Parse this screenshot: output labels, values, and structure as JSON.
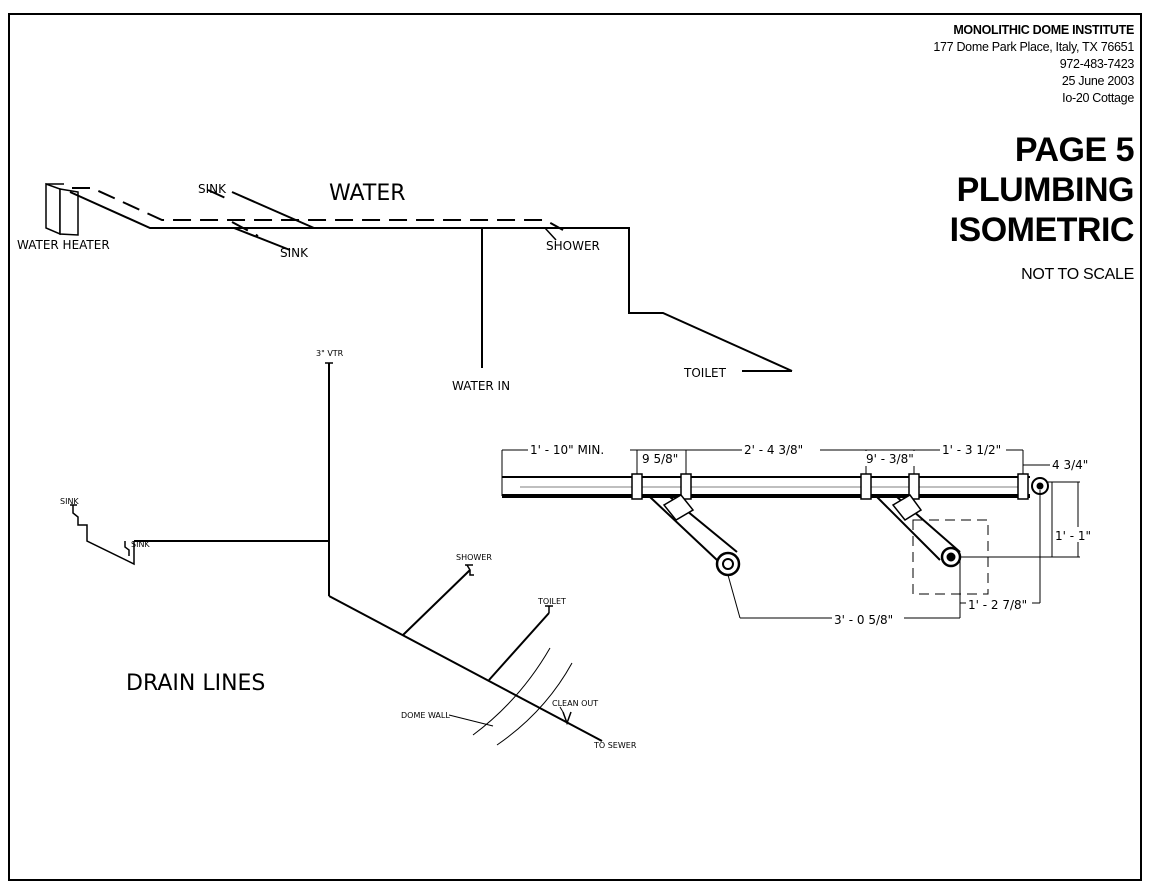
{
  "title_block": {
    "organization": "MONOLITHIC DOME INSTITUTE",
    "address": "177 Dome Park Place, Italy, TX 76651",
    "phone": "972-483-7423",
    "date": "25 June 2003",
    "project": "Io-20 Cottage"
  },
  "page": {
    "number": "PAGE 5",
    "title_line1": "PLUMBING",
    "title_line2": "ISOMETRIC",
    "scale_note": "NOT TO SCALE"
  },
  "water": {
    "heading": "WATER",
    "labels": {
      "water_heater": "WATER HEATER",
      "sink_upper": "SINK",
      "sink_lower": "SINK",
      "shower": "SHOWER",
      "water_in": "WATER IN",
      "toilet": "TOILET"
    }
  },
  "drain": {
    "heading": "DRAIN LINES",
    "labels": {
      "vtr": "3\" VTR",
      "sink_upper": "SINK",
      "sink_lower": "SINK",
      "shower": "SHOWER",
      "toilet": "TOILET",
      "dome_wall": "DOME WALL",
      "clean_out": "CLEAN OUT",
      "to_sewer": "TO SEWER"
    }
  },
  "detail_dimensions": {
    "min_run": "1' - 10\" MIN.",
    "d1": "9 5/8\"",
    "d2": "2' - 4 3/8\"",
    "d3": "9' - 3/8\"",
    "d4": "1' - 3 1/2\"",
    "d5": "4 3/4\"",
    "d6": "1' - 1\"",
    "d7": "1' - 2 7/8\"",
    "d8": "3' - 0 5/8\""
  },
  "colors": {
    "ink": "#000000",
    "paper": "#ffffff"
  }
}
